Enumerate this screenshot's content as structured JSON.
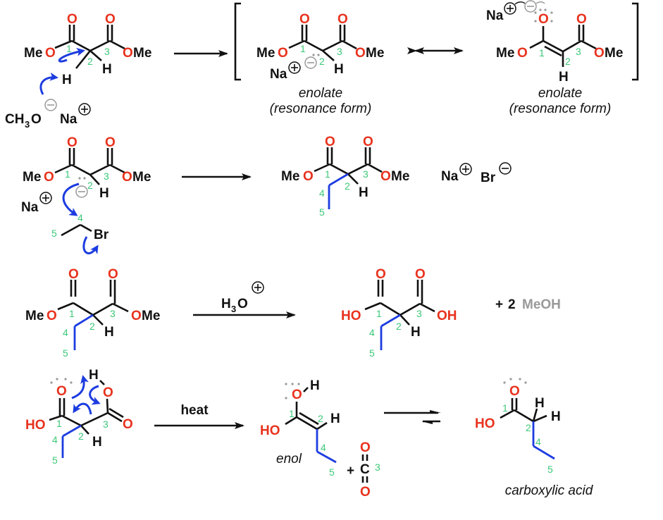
{
  "title": "Malonic ester synthesis mechanism",
  "colors": {
    "oxygen": "#e8321e",
    "carbon_numbers": "#3cc878",
    "curved_arrows": "#1c3ce0",
    "new_bond": "#1c3ce0",
    "lone_pairs": "#999999",
    "text": "#111111"
  },
  "labels": {
    "O": "O",
    "H": "H",
    "Me": "Me",
    "MeO": "MeO",
    "OMe": "OMe",
    "HO": "HO",
    "OH": "OH",
    "Na": "Na",
    "Br": "Br",
    "C": "C",
    "CH3O_base": "CH",
    "CH3O_sub": "3",
    "CH3O_O": "O",
    "n1": "1",
    "n2": "2",
    "n3": "3",
    "n4": "4",
    "n5": "5"
  },
  "step1": {
    "reactant": "dimethyl malonate",
    "base": "CH3O⁻ Na⁺",
    "enolate_caption_1": "enolate",
    "enolate_caption_2": "(resonance form)",
    "enolate2_caption_1": "enolate",
    "enolate2_caption_2": "(resonance form)"
  },
  "step2": {
    "alkyl_halide": "ethyl bromide",
    "byproducts": "Na⁺ Br⁻"
  },
  "step3": {
    "reagent_H": "H",
    "reagent_sub": "3",
    "reagent_O": "O",
    "byproduct_plus": "+",
    "byproduct_count": "2",
    "byproduct_name": "MeOH"
  },
  "step4": {
    "reagent": "heat",
    "enol_caption": "enol",
    "plus": "+",
    "product_caption": "carboxylic acid"
  }
}
